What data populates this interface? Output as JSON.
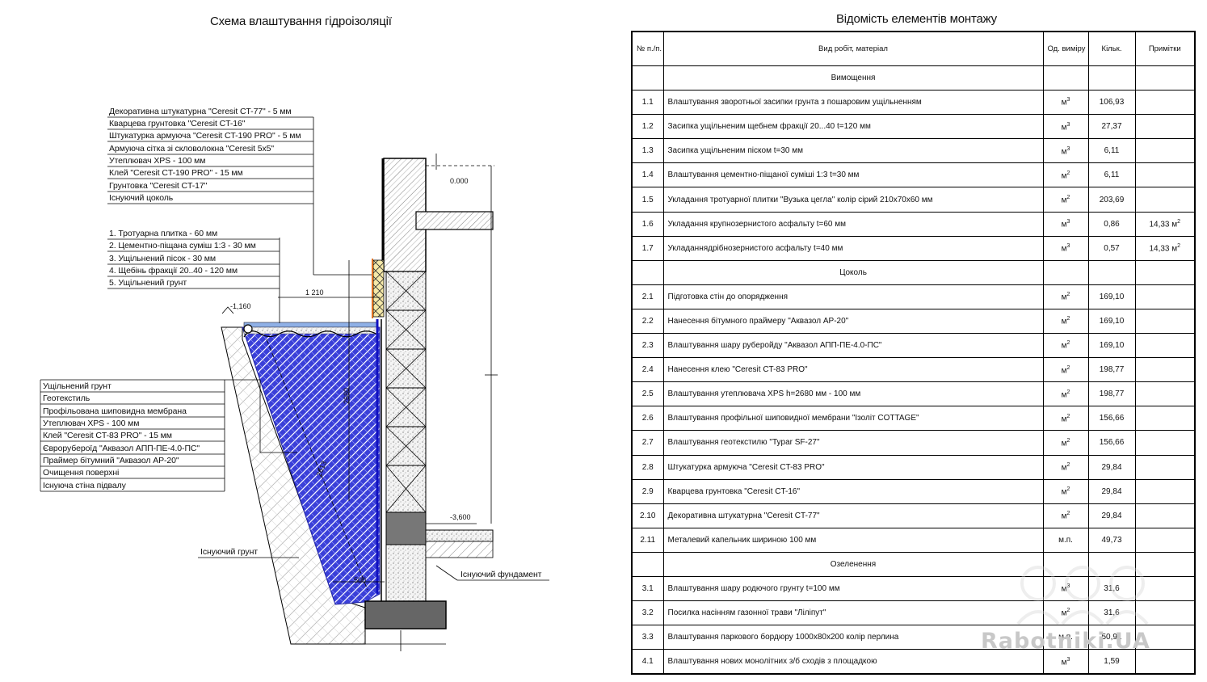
{
  "scheme": {
    "title": "Схема влаштування гідроізоляції",
    "wall_layers": [
      "Декоративна штукатурна \"Ceresit CT-77\" - 5 мм",
      "Кварцева грунтовка \"Ceresit CT-16\"",
      "Штукатурка армуюча \"Ceresit CT-190 PRO\" - 5 мм",
      "Армуюча сітка зі скловолокна \"Ceresit 5х5\"",
      "Утеплювач XPS - 100 мм",
      "Клей \"Ceresit CT-190 PRO\" - 15 мм",
      "Грунтовка \"Ceresit CT-17\"",
      "Існуючий цоколь"
    ],
    "pavement_layers": [
      "1. Тротуарна плитка - 60 мм",
      "2. Цементно-піщана суміш 1:3 - 30 мм",
      "3. Ущільнений пісок - 30 мм",
      "4. Щебінь фракції 20..40 - 120 мм",
      "5. Ущільнений грунт"
    ],
    "basement_layers": [
      "Ущільнений грунт",
      "Геотекстиль",
      "Профільована шиповидна мембрана",
      "Утеплювач XPS - 100 мм",
      "Клей \"Ceresit CT-83 PRO\" - 15 мм",
      "Єврорубероїд \"Аквазол АПП-ПЕ-4.0-ПС\"",
      "Праймер бітумний \"Аквазол АР-20\"",
      "Очищення поверхні",
      "Існуюча стіна підвалу"
    ],
    "existing_soil_label": "Існуючий грунт",
    "existing_foundation_label": "Існуючий фундамент",
    "dims": {
      "level_zero": "0.000",
      "level_minus_1160": "-1,160",
      "level_minus_3600": "-3,600",
      "width_1210": "1 210",
      "height_2680": "2680",
      "slope_2613": "2613",
      "width_500": "500"
    }
  },
  "table": {
    "title": "Відомість елементів монтажу",
    "headers": {
      "num": "№ п./п.",
      "name": "Вид робіт, матеріал",
      "unit": "Од. виміру",
      "qty": "Кільк.",
      "note": "Примітки"
    },
    "rows": [
      {
        "num": "",
        "name": "Вимощення",
        "unit": "",
        "qty": "",
        "note": "",
        "section": true
      },
      {
        "num": "1.1",
        "name": "Влаштування зворотньої засипки грунта з пошаровим ущільненням",
        "unit": "м3",
        "qty": "106,93",
        "note": ""
      },
      {
        "num": "1.2",
        "name": "Засипка ущільненим щебнем фракції 20...40  t=120 мм",
        "unit": "м3",
        "qty": "27,37",
        "note": ""
      },
      {
        "num": "1.3",
        "name": "Засипка ущільненим піском  t=30 мм",
        "unit": "м3",
        "qty": "6,11",
        "note": ""
      },
      {
        "num": "1.4",
        "name": "Влаштування цементно-піщаної суміші 1:3  t=30 мм",
        "unit": "м2",
        "qty": "6,11",
        "note": ""
      },
      {
        "num": "1.5",
        "name": "Укладання тротуарної плитки \"Вузька цегла\" колір сірий 210х70х60 мм",
        "unit": "м2",
        "qty": "203,69",
        "note": ""
      },
      {
        "num": "1.6",
        "name": "Укладання крупнозернистого асфальту t=60 мм",
        "unit": "м3",
        "qty": "0,86",
        "note": "14,33 м2"
      },
      {
        "num": "1.7",
        "name": "Укладаннядрібнозернистого асфальту t=40 мм",
        "unit": "м3",
        "qty": "0,57",
        "note": "14,33 м2"
      },
      {
        "num": "",
        "name": "Цоколь",
        "unit": "",
        "qty": "",
        "note": "",
        "section": true
      },
      {
        "num": "2.1",
        "name": "Підготовка стін до опорядження",
        "unit": "м2",
        "qty": "169,10",
        "note": ""
      },
      {
        "num": "2.2",
        "name": "Нанесення бітумного праймеру \"Аквазол АР-20\"",
        "unit": "м2",
        "qty": "169,10",
        "note": ""
      },
      {
        "num": "2.3",
        "name": "Влаштування шару руберойду \"Аквазол АПП-ПЕ-4.0-ПС\"",
        "unit": "м2",
        "qty": "169,10",
        "note": ""
      },
      {
        "num": "2.4",
        "name": "Нанесення клею \"Ceresit CT-83 PRO\"",
        "unit": "м2",
        "qty": "198,77",
        "note": ""
      },
      {
        "num": "2.5",
        "name": "Влаштування утеплювача XPS h=2680 мм - 100 мм",
        "unit": "м2",
        "qty": "198,77",
        "note": ""
      },
      {
        "num": "2.6",
        "name": "Влаштування профільної шиповидної мембрани \"Ізоліт COTTAGE\"",
        "unit": "м2",
        "qty": "156,66",
        "note": ""
      },
      {
        "num": "2.7",
        "name": "Влаштування геотекстилю \"Typar SF-27\"",
        "unit": "м2",
        "qty": "156,66",
        "note": ""
      },
      {
        "num": "2.8",
        "name": "Штукатурка армуюча \"Ceresit CT-83 PRO\"",
        "unit": "м2",
        "qty": "29,84",
        "note": ""
      },
      {
        "num": "2.9",
        "name": "Кварцева грунтовка \"Ceresit CT-16\"",
        "unit": "м2",
        "qty": "29,84",
        "note": ""
      },
      {
        "num": "2.10",
        "name": "Декоративна штукатурна \"Ceresit CT-77\"",
        "unit": "м2",
        "qty": "29,84",
        "note": ""
      },
      {
        "num": "2.11",
        "name": "Металевий капельник шириною 100 мм",
        "unit": "м.п.",
        "qty": "49,73",
        "note": ""
      },
      {
        "num": "",
        "name": "Озеленення",
        "unit": "",
        "qty": "",
        "note": "",
        "section": true
      },
      {
        "num": "3.1",
        "name": "Влаштування шару родючого грунту t=100 мм",
        "unit": "м3",
        "qty": "31,6",
        "note": ""
      },
      {
        "num": "3.2",
        "name": "Посилка насінням газонної трави \"Ліліпут\"",
        "unit": "м2",
        "qty": "31,6",
        "note": ""
      },
      {
        "num": "3.3",
        "name": "Влаштування паркового бордюру 1000х80х200 колір перлина",
        "unit": "м.п.",
        "qty": "50,91",
        "note": ""
      },
      {
        "num": "4.1",
        "name": "Влаштування нових монолітних з/б сходів з площадкою",
        "unit": "м3",
        "qty": "1,59",
        "note": ""
      }
    ]
  },
  "watermark": {
    "text": "Rabotniki.UA"
  }
}
